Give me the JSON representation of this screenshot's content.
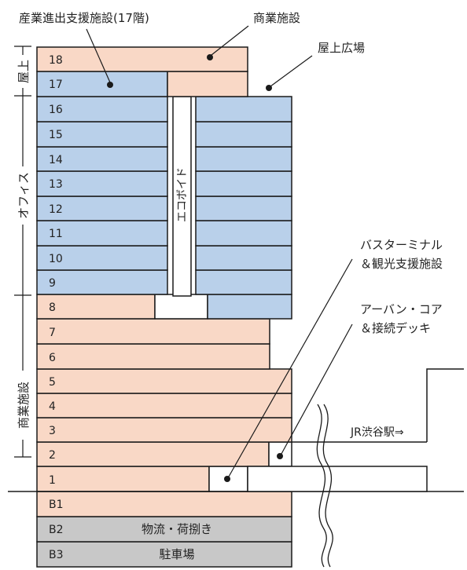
{
  "colors": {
    "commercial": "#f9d8c6",
    "office": "#b9d0ea",
    "basement_gray": "#c8c8c8",
    "outline": "#1a1a1a"
  },
  "side_labels": {
    "rooftop": "屋上",
    "office": "オフィス",
    "commercial": "商業施設"
  },
  "floors": [
    "18",
    "17",
    "16",
    "15",
    "14",
    "13",
    "12",
    "11",
    "10",
    "9",
    "8",
    "7",
    "6",
    "5",
    "4",
    "3",
    "2",
    "1",
    "B1",
    "B2",
    "B3"
  ],
  "basement_text": {
    "b2": "物流・荷捌き",
    "b3": "駐車場"
  },
  "void_label": "エコボイド",
  "callouts": {
    "incubation": "産業進出支援施設(17階)",
    "commercial": "商業施設",
    "roof_plaza": "屋上広場",
    "bus_line1": "バスターミナル",
    "bus_line2": "＆観光支援施設",
    "core_line1": "アーバン・コア",
    "core_line2": "＆接続デッキ"
  },
  "station_label": "JR渋谷駅⇒"
}
